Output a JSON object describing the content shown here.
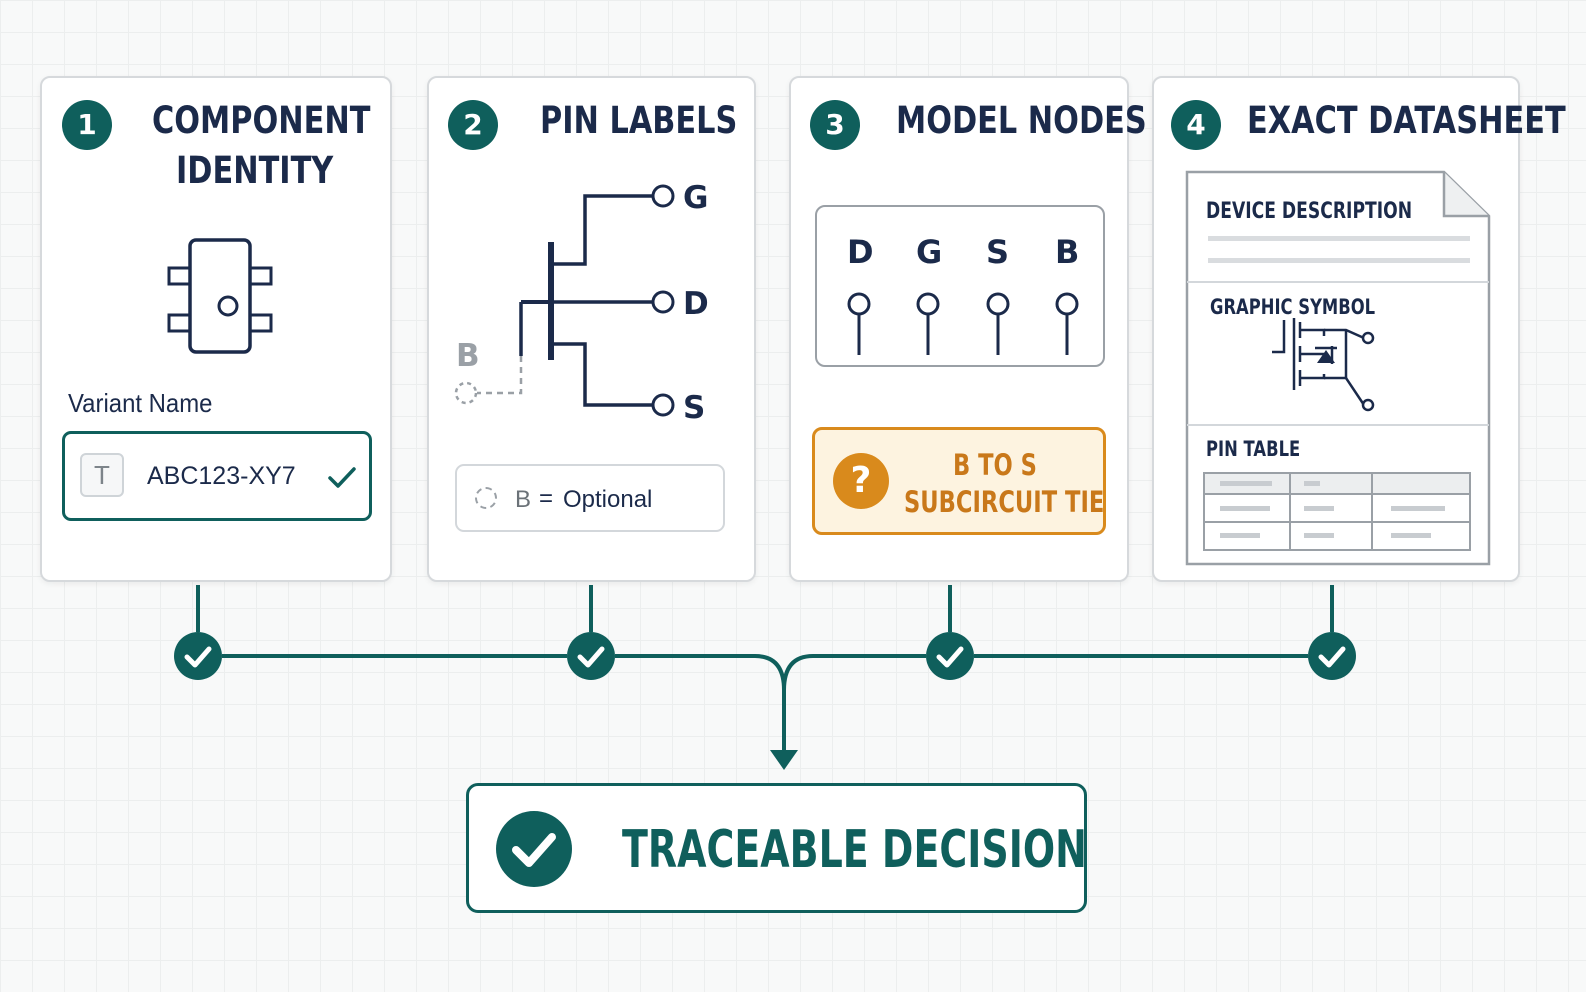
{
  "colors": {
    "teal": "#0f5f5c",
    "navy": "#1b2a4a",
    "orange": "#d98a1c",
    "orange_bg": "#fdf3e0",
    "gray": "#9aa0a6"
  },
  "steps": [
    {
      "number": "1",
      "title_line1": "COMPONENT",
      "title_line2": "IDENTITY",
      "icon": "ic-package-icon",
      "field_label": "Variant Name",
      "field_value": "ABC123-XY7",
      "field_icon": "T"
    },
    {
      "number": "2",
      "title": "PIN LABELS",
      "pins": [
        "G",
        "D",
        "S"
      ],
      "optional_pin": "B",
      "note_pin": "B",
      "note_eq": "=",
      "note_text": "Optional"
    },
    {
      "number": "3",
      "title": "MODEL NODES",
      "nodes": [
        "D",
        "G",
        "S",
        "B"
      ],
      "warning_icon": "?",
      "warning_line1": "B TO S",
      "warning_line2": "SUBCIRCUIT TIE"
    },
    {
      "number": "4",
      "title": "EXACT DATASHEET",
      "section1": "DEVICE DESCRIPTION",
      "section2": "GRAPHIC SYMBOL",
      "section3": "PIN TABLE"
    }
  ],
  "result": {
    "label": "TRACEABLE DECISION"
  }
}
